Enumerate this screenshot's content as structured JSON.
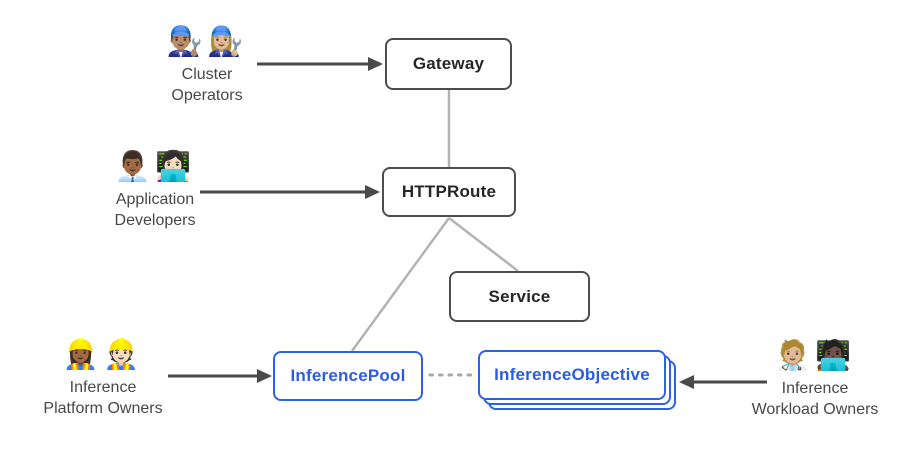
{
  "nodes": {
    "gateway": {
      "label": "Gateway"
    },
    "httproute": {
      "label": "HTTPRoute"
    },
    "service": {
      "label": "Service"
    },
    "inference_pool": {
      "label": "InferencePool"
    },
    "inference_objective": {
      "label": "InferenceObjective"
    }
  },
  "actors": {
    "cluster_operators": {
      "emojis": [
        "👨🏽‍🔧",
        "👩🏼‍🔧"
      ],
      "lines": [
        "Cluster",
        "Operators"
      ]
    },
    "application_developers": {
      "emojis": [
        "👨🏾‍💼",
        "👩🏻‍💻"
      ],
      "lines": [
        "Application",
        "Developers"
      ]
    },
    "inference_platform_owners": {
      "emojis": [
        "👷🏾‍♀️",
        "👷🏻"
      ],
      "lines": [
        "Inference",
        "Platform Owners"
      ]
    },
    "inference_workload_owners": {
      "emojis": [
        "🧑🏼‍⚕️",
        "🧑🏿‍💻"
      ],
      "lines": [
        "Inference",
        "Workload Owners"
      ]
    }
  },
  "colors": {
    "node_border_dark": "#4d4d4d",
    "node_text_dark": "#262626",
    "blue": "#2b62e8",
    "connector_gray": "#b3b3b3",
    "dotted_gray": "#a6a6a6",
    "arrow_dark": "#4a4a4a",
    "actor_label_text": "#484848",
    "background": "#ffffff"
  }
}
